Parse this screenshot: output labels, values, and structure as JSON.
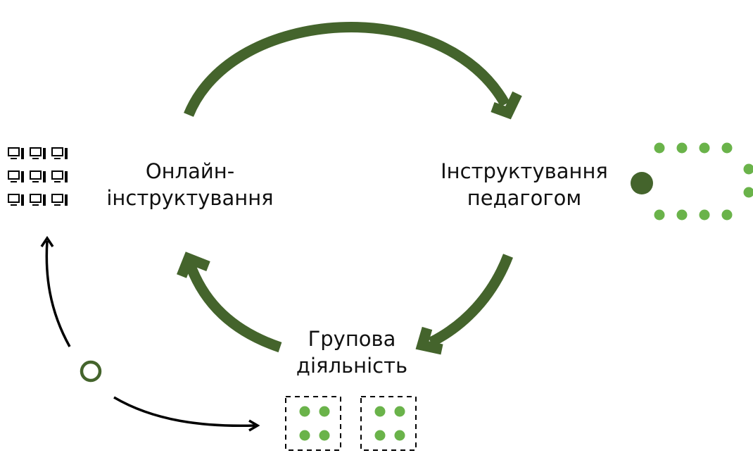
{
  "diagram": {
    "stages": {
      "online": {
        "line1": "Онлайн-",
        "line2": "інструктування"
      },
      "teacher": {
        "line1": "Інструктування",
        "line2": "педагогом"
      },
      "group": {
        "line1": "Групова",
        "line2": "діяльність"
      }
    },
    "icons": {
      "computer_grid": "computer-grid-icon",
      "teacher_table": "teacher-table-icon",
      "group_tables": "group-tables-icon",
      "start_marker": "start-circle-icon"
    },
    "colors": {
      "cycle_arrow": "#44642c",
      "teacher_dot": "#44642c",
      "student_dot": "#6ab34a",
      "thin_arrow": "#000000",
      "text": "#111111"
    }
  }
}
